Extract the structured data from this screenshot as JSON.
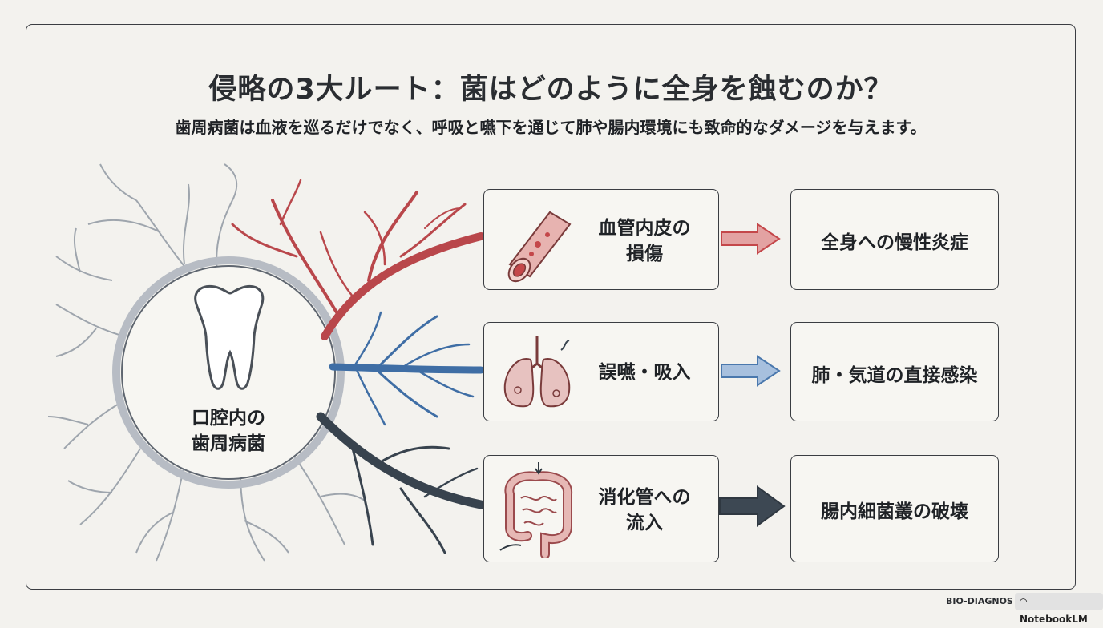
{
  "header": {
    "title": "侵略の3大ルート：菌はどのように全身を蝕むのか？",
    "subtitle": "歯周病菌は血液を巡るだけでなく、呼吸と嚥下を通じて肺や腸内環境にも致命的なダメージを与えます。"
  },
  "center": {
    "line1": "口腔内の",
    "line2": "歯周病菌"
  },
  "routes": [
    {
      "line1": "血管内皮の",
      "line2": "損傷",
      "result": "全身への慢性炎症",
      "color": "#c4474a",
      "icon": "artery-icon"
    },
    {
      "line1": "誤嚥・吸入",
      "line2": "",
      "result": "肺・気道の直接感染",
      "color": "#4a78ad",
      "icon": "lungs-icon"
    },
    {
      "line1": "消化管への",
      "line2": "流入",
      "result": "腸内細菌叢の破壊",
      "color": "#3a4550",
      "icon": "intestine-icon"
    }
  ],
  "footer": {
    "brand": "BIO-DIAGNOS",
    "badge": "NotebookLM"
  }
}
